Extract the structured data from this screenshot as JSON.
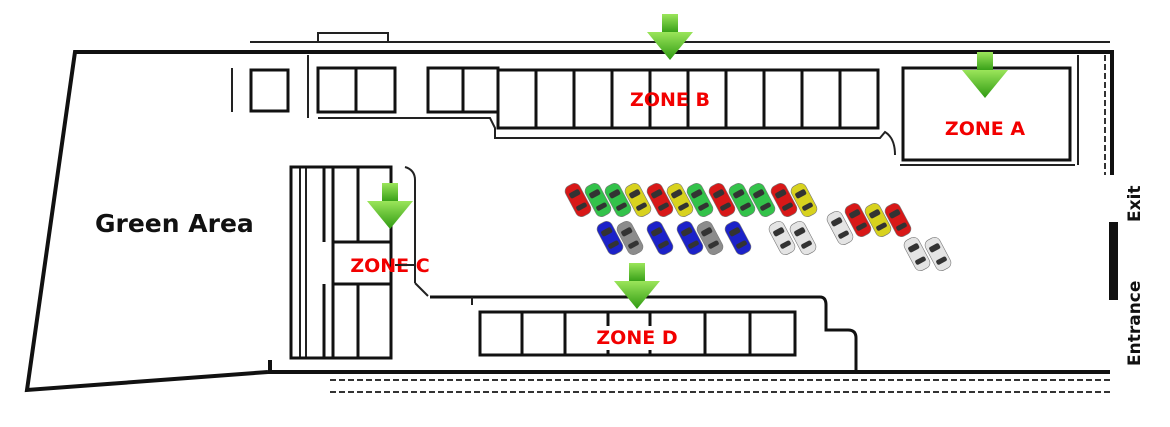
{
  "map": {
    "green_area_label": "Green Area",
    "zones": [
      {
        "id": "A",
        "label": "ZONE A"
      },
      {
        "id": "B",
        "label": "ZONE B"
      },
      {
        "id": "C",
        "label": "ZONE C"
      },
      {
        "id": "D",
        "label": "ZONE D"
      }
    ],
    "exit_label": "Exit",
    "entrance_label": "Entrance",
    "marker_icon": "green-down-arrow-icon",
    "colors": {
      "zone_label": "#f20000",
      "arrow": "#3fae1f",
      "red": "#d81818",
      "green": "#33c24a",
      "yellow": "#d8d21e",
      "blue": "#1c22c8",
      "gray": "#8c8c8c",
      "white": "#e4e4e4"
    },
    "cars": [
      "red",
      "green",
      "green",
      "yellow",
      "red",
      "yellow",
      "green",
      "red",
      "green",
      "green",
      "red",
      "yellow",
      "blue",
      "gray",
      "blue",
      "blue",
      "gray",
      "blue",
      "white",
      "white",
      "white",
      "red",
      "yellow",
      "red",
      "white",
      "white"
    ]
  }
}
